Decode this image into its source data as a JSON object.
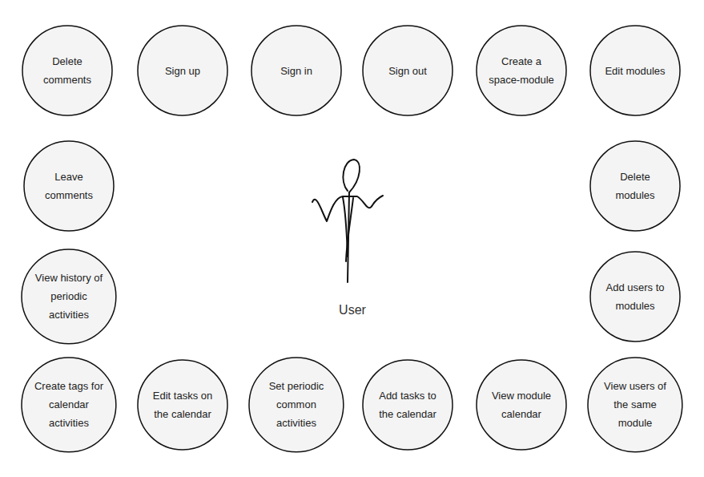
{
  "diagram": {
    "nodes": [
      {
        "text": [
          "Delete comments"
        ]
      },
      {
        "text": [
          "Sign up"
        ]
      },
      {
        "text": [
          "Sign in"
        ]
      },
      {
        "text": [
          "Sign out"
        ]
      },
      {
        "text": [
          "Create a space-module"
        ]
      },
      {
        "text": [
          "Edit modules"
        ]
      },
      {
        "text": [
          "Leave comments"
        ]
      },
      {
        "text": [
          "Delete modules"
        ]
      },
      {
        "text": [
          "View history of periodic activities"
        ]
      },
      {
        "text": [
          "Add users to modules"
        ]
      },
      {
        "text": [
          "Create tags for calendar activities"
        ]
      },
      {
        "text": [
          "Edit tasks on the calendar"
        ]
      },
      {
        "text": [
          "Set periodic common activities"
        ]
      },
      {
        "text": [
          "Add tasks to the calendar"
        ]
      },
      {
        "text": [
          "View module calendar"
        ]
      },
      {
        "text": [
          "View users of the same module"
        ]
      }
    ],
    "labels": [
      "User"
    ]
  }
}
